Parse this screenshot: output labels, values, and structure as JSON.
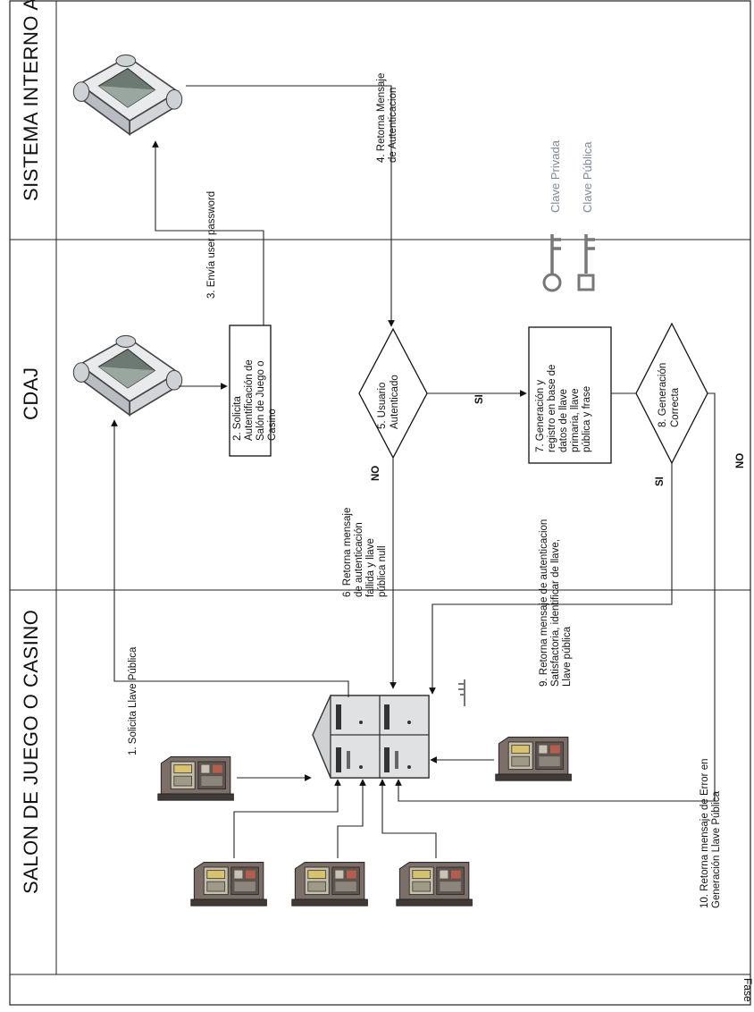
{
  "lanes": {
    "salon": "SALON DE JUEGO O CASINO",
    "cdaj": "CDAJ",
    "sistema": "SISTEMA INTERNO AJ",
    "fase": "Fase"
  },
  "steps": {
    "s1": "1. Solicita Llave Pública",
    "s2": [
      "2. Solicita",
      "Autentificación de",
      "Salón de Juego o",
      "Casino"
    ],
    "s3": "3. Envía user password",
    "s4": [
      "4. Retorna Mensaje",
      "de Autenticacion"
    ],
    "s5": [
      "5. Usuario",
      "Autenticado"
    ],
    "s6": [
      "6. Retorna mensaje",
      "de autenticación",
      "fallida y llave",
      "pública null"
    ],
    "s7": [
      "7. Generación y",
      "registro en base de",
      "datos de llave",
      "primaria, llave",
      "pública y frase"
    ],
    "s8": [
      "8. Generación",
      "Correcta"
    ],
    "s9": [
      "9. Retorna mensaje de autenticacion",
      "Satisfactoria, identificar de llave,",
      "Llave pública"
    ],
    "s10": [
      "10. Retorna mensaje de Error en",
      "Generación Llave Pública"
    ]
  },
  "branches": {
    "si_5": "SI",
    "no_5": "NO",
    "si_8": "SI",
    "no_8": "NO"
  },
  "legend": {
    "private_key": "Clave Privada",
    "public_key": "Clave Pública"
  },
  "icons": {
    "firewall": "firewall-icon",
    "server": "server-icon",
    "slot_machine": "slot-machine-icon",
    "key": "key-icon"
  }
}
